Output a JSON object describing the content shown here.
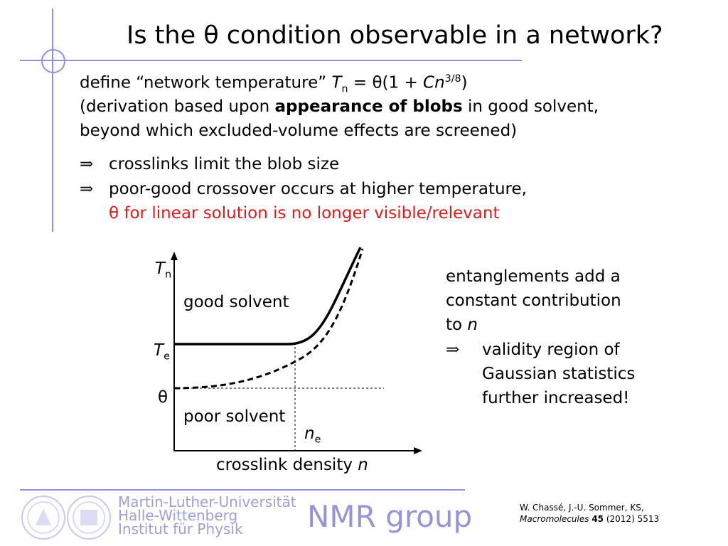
{
  "title": "Is the θ condition observable in a network?",
  "body": {
    "define_prefix": "define “network temperature” ",
    "T": "T",
    "T_sub": "n",
    "eq_mid": " = θ(1 + ",
    "C": "C",
    "n": "n",
    "exp": "3/8",
    "close": ")",
    "deriv_open": "(",
    "deriv_pre": "derivation based upon ",
    "deriv_bold": "appearance of blobs",
    "deriv_post": " in good solvent,",
    "line3": "beyond which excluded-volume effects are screened",
    "line3_close": ")",
    "arrow": "⇒",
    "bullet1": "crosslinks limit the blob size",
    "bullet2": "poor-good crossover occurs at higher temperature,",
    "bullet2_red": "θ for linear solution is no longer visible/relevant"
  },
  "diagram": {
    "ylabel_T": "T",
    "ylabel_sub": "n",
    "te_T": "T",
    "te_sub": "e",
    "theta": "θ",
    "good": "good solvent",
    "poor": "poor solvent",
    "ne_n": "n",
    "ne_sub": "e",
    "xlabel": "crosslink density ",
    "xlabel_n": "n"
  },
  "side": {
    "l1": "entanglements add a",
    "l2": "constant contribution",
    "l3a": "to ",
    "l3n": "n",
    "arrow": "⇒",
    "l4": "validity region of",
    "l5": "Gaussian statistics",
    "l6": "further increased!"
  },
  "footer": {
    "inst1": "Martin-Luther-Universität",
    "inst2": "Halle-Wittenberg",
    "inst3": "Institut für Physik",
    "group": "NMR group",
    "cite1": "W. Chassé, J.-U. Sommer, KS,",
    "cite_journal": "Macromolecules",
    "cite_vol": "45",
    "cite_rest": " (2012) 5513"
  },
  "colors": {
    "decor": "#8f8fe6",
    "highlight": "#e01b1b",
    "footer_text": "#9f9fd8"
  }
}
